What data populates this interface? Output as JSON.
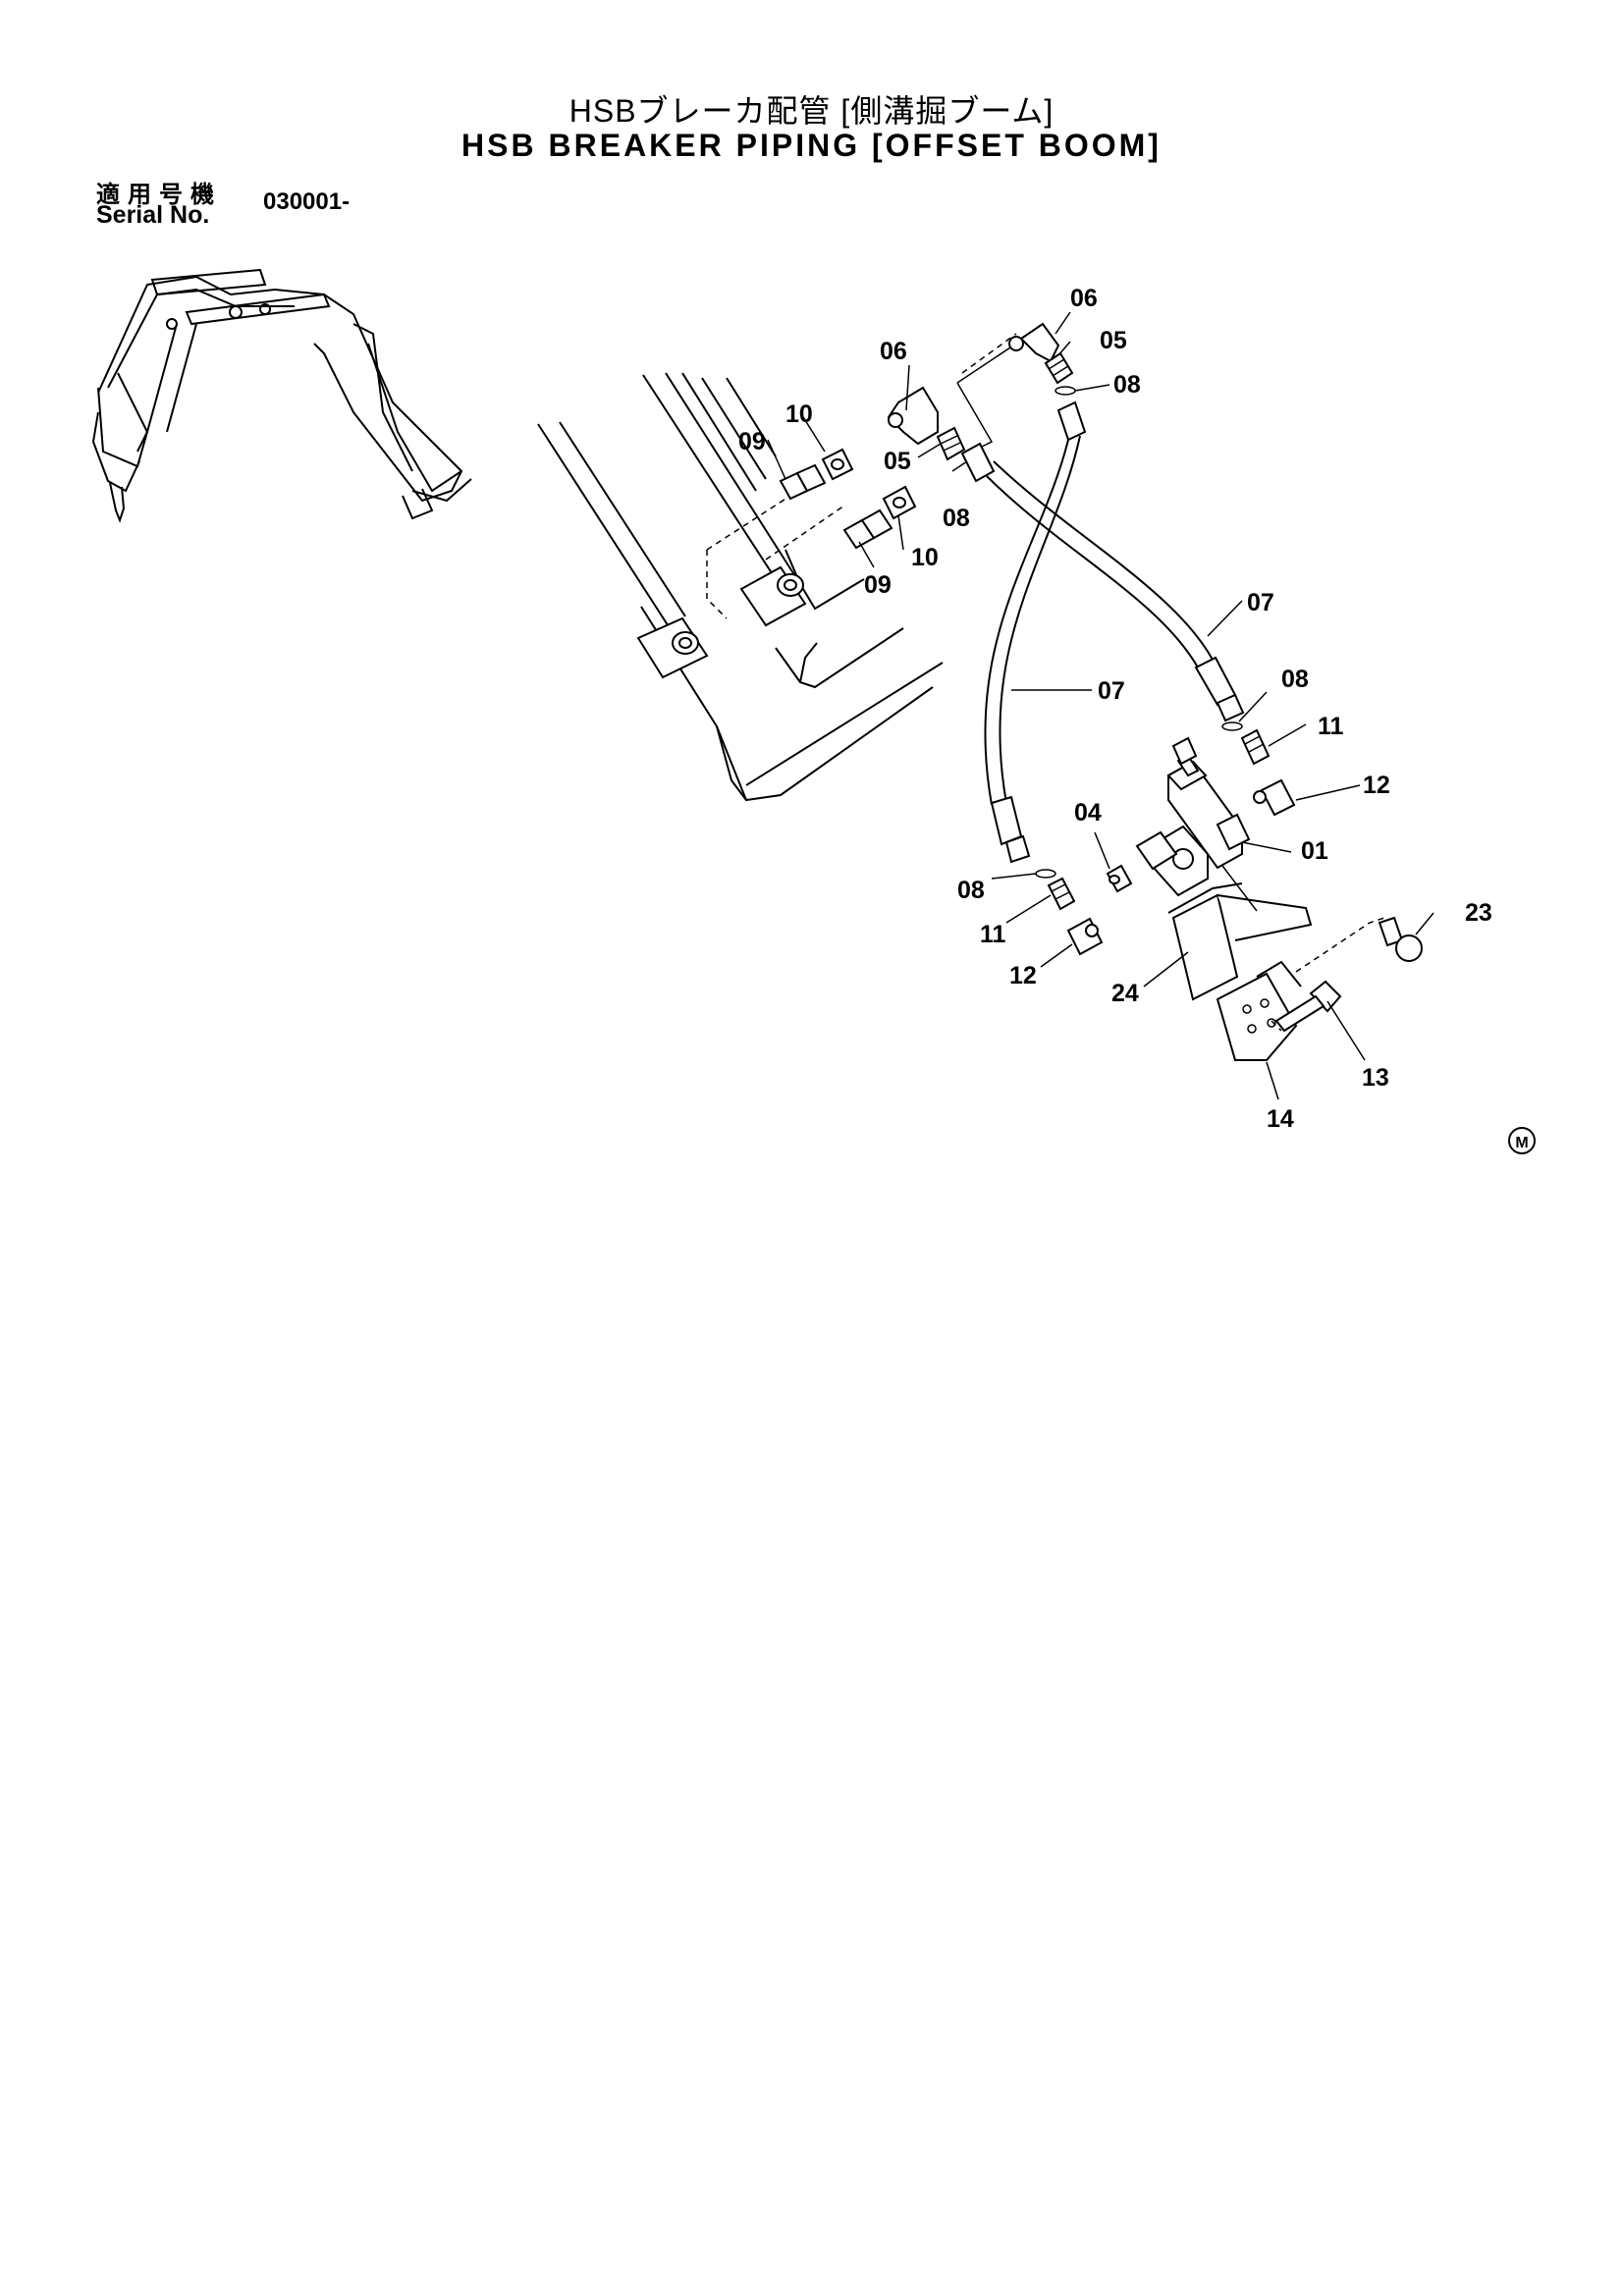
{
  "header": {
    "title_jp": "HSBブレーカ配管 [側溝掘ブーム]",
    "title_en": "HSB BREAKER PIPING [OFFSET BOOM]",
    "serial_label_jp": "適用号機",
    "serial_label_en": "Serial No.",
    "serial_value": "030001-"
  },
  "diagram": {
    "labels": {
      "p06a": "06",
      "p05a": "05",
      "p08a": "08",
      "p06b": "06",
      "p10a": "10",
      "p09a": "09",
      "p05b": "05",
      "p08b": "08",
      "p10b": "10",
      "p09b": "09",
      "p07a": "07",
      "p07b": "07",
      "p08c": "08",
      "p11a": "11",
      "p12a": "12",
      "p04": "04",
      "p01": "01",
      "p08d": "08",
      "p11b": "11",
      "p12b": "12",
      "p23": "23",
      "p24": "24",
      "p13": "13",
      "p14": "14"
    },
    "mark": "M"
  }
}
